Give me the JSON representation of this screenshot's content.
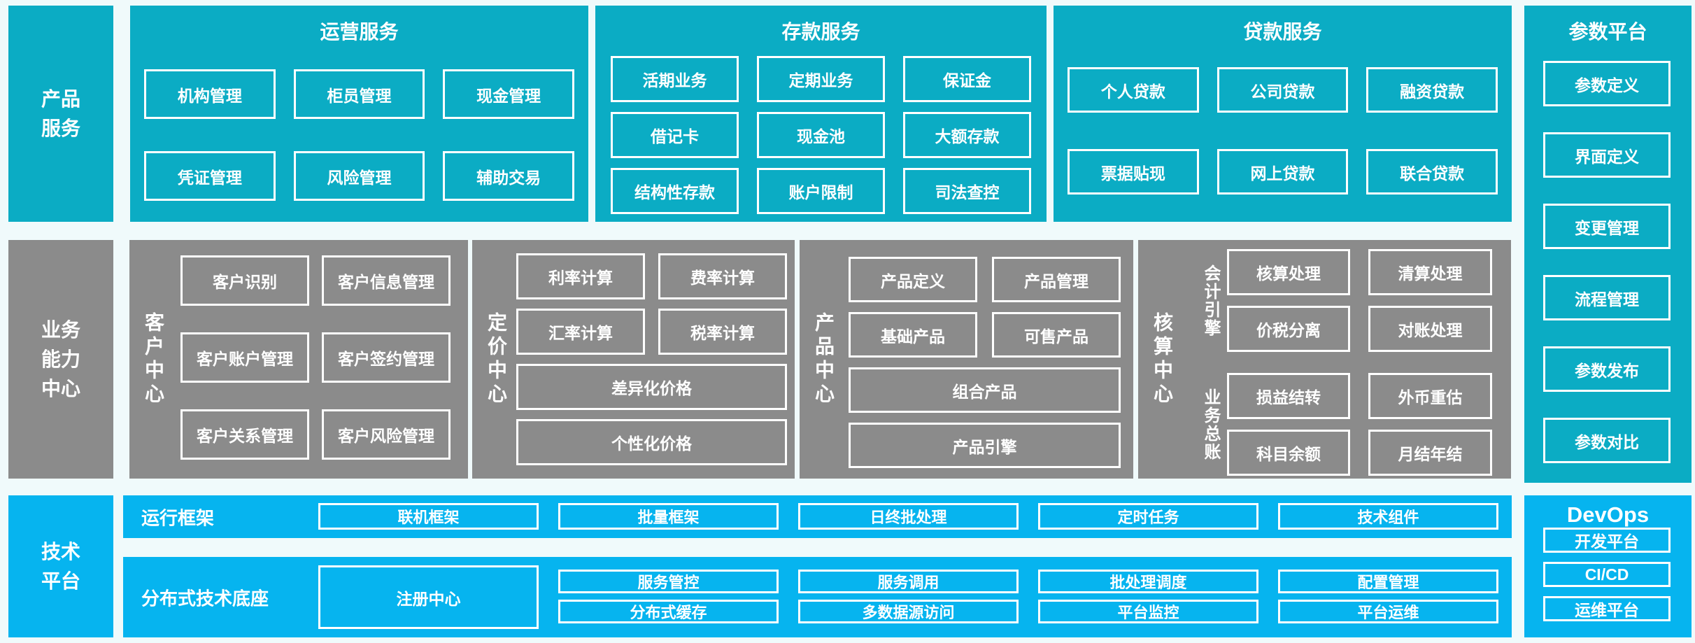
{
  "colors": {
    "teal": "#0BACC4",
    "gray": "#8B8B8B",
    "cyan": "#06B4EF",
    "background": "#F0FAFB",
    "box_border": "#FFFFFF",
    "text": "#FFFFFF"
  },
  "left_labels": {
    "product": "产品\n服务",
    "business": "业务\n能力\n中心",
    "tech": "技术\n平台"
  },
  "operation": {
    "title": "运营服务",
    "items": [
      "机构管理",
      "柜员管理",
      "现金管理",
      "凭证管理",
      "风险管理",
      "辅助交易"
    ]
  },
  "deposit": {
    "title": "存款服务",
    "items": [
      "活期业务",
      "定期业务",
      "保证金",
      "借记卡",
      "现金池",
      "大额存款",
      "结构性存款",
      "账户限制",
      "司法查控"
    ]
  },
  "loan": {
    "title": "贷款服务",
    "items": [
      "个人贷款",
      "公司贷款",
      "融资贷款",
      "票据贴现",
      "网上贷款",
      "联合贷款"
    ]
  },
  "parameter": {
    "title": "参数平台",
    "items": [
      "参数定义",
      "界面定义",
      "变更管理",
      "流程管理",
      "参数发布",
      "参数对比"
    ]
  },
  "customer": {
    "label": "客户中心",
    "items": [
      "客户识别",
      "客户信息管理",
      "客户账户管理",
      "客户签约管理",
      "客户关系管理",
      "客户风险管理"
    ]
  },
  "pricing": {
    "label": "定价中心",
    "items": [
      "利率计算",
      "费率计算",
      "汇率计算",
      "税率计算"
    ],
    "wide": [
      "差异化价格",
      "个性化价格"
    ]
  },
  "product": {
    "label": "产品中心",
    "items": [
      "产品定义",
      "产品管理",
      "基础产品",
      "可售产品"
    ],
    "wide": [
      "组合产品",
      "产品引擎"
    ]
  },
  "accounting": {
    "label": "核算中心",
    "engine": {
      "label": "会计引擎",
      "items": [
        "核算处理",
        "清算处理",
        "价税分离",
        "对账处理"
      ]
    },
    "ledger": {
      "label": "业务总账",
      "items": [
        "损益结转",
        "外币重估",
        "科目余额",
        "月结年结"
      ]
    }
  },
  "runtime": {
    "label": "运行框架",
    "items": [
      "联机框架",
      "批量框架",
      "日终批处理",
      "定时任务",
      "技术组件"
    ]
  },
  "distributed": {
    "label": "分布式技术底座",
    "registry": "注册中心",
    "items": [
      "服务管控",
      "分布式缓存",
      "服务调用",
      "多数据源访问",
      "批处理调度",
      "平台监控",
      "配置管理",
      "平台运维"
    ]
  },
  "devops": {
    "title": "DevOps",
    "items": [
      "开发平台",
      "CI/CD",
      "运维平台"
    ]
  }
}
